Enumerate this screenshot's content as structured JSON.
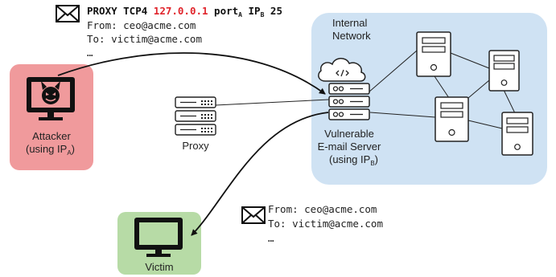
{
  "proxy_header": {
    "prefix": "PROXY TCP4 ",
    "ip": "127.0.0.1",
    "port_word": " port",
    "port_sub": "A",
    "ip_word": " IP",
    "ip_sub": "B",
    "suffix": " 25"
  },
  "attacker_message": {
    "from": "From: ceo@acme.com",
    "to": "To: victim@acme.com",
    "ellipsis": "…"
  },
  "victim_message": {
    "from": "From: ceo@acme.com",
    "to": "To: victim@acme.com",
    "ellipsis": "…"
  },
  "attacker": {
    "line1": "Attacker",
    "line2": "(using IP",
    "sub": "A",
    "close": ")"
  },
  "proxy": {
    "label": "Proxy"
  },
  "network": {
    "line1": "Internal",
    "line2": "Network"
  },
  "server": {
    "line1": "Vulnerable",
    "line2": "E-mail Server",
    "line3": "(using IP",
    "sub": "B",
    "close": ")"
  },
  "victim": {
    "label": "Victim"
  },
  "colors": {
    "attacker_fill": "#f09a9c",
    "victim_fill": "#b7dba6",
    "network_fill": "#cfe2f3",
    "proxy_ip": "#e0242b"
  }
}
